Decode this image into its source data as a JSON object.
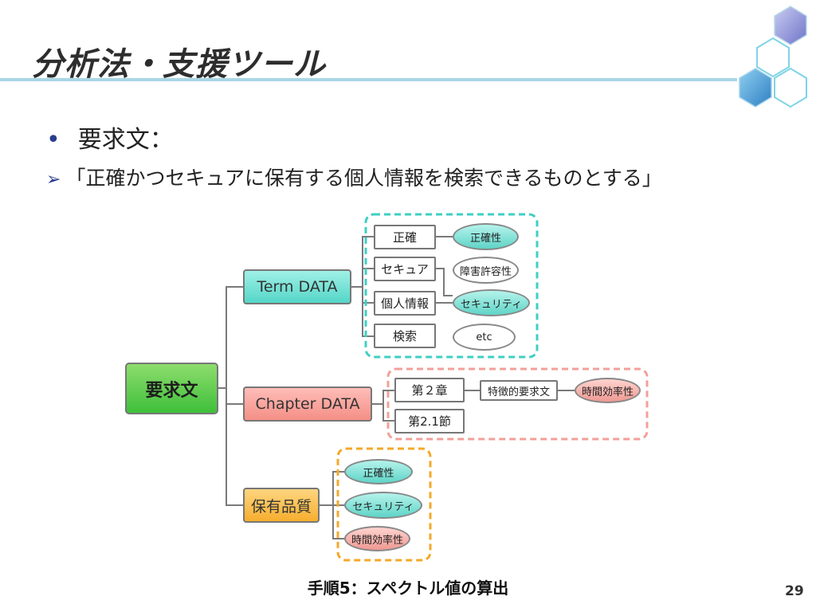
{
  "slide": {
    "title": "分析法・支援ツール",
    "bullet": "要求文：",
    "quote": "「正確かつセキュアに保有する個人情報を検索できるものとする」",
    "footer": "手順5：スペクトル値の算出",
    "page_number": "29"
  },
  "diagram": {
    "root": "要求文",
    "term_data": {
      "label": "Term DATA",
      "terms": [
        "正確",
        "セキュア",
        "個人情報",
        "検索"
      ],
      "qualities": [
        "正確性",
        "障害許容性",
        "セキュリティ",
        "etc"
      ]
    },
    "chapter_data": {
      "label": "Chapter DATA",
      "chapters": [
        "第２章",
        "第2.1節"
      ],
      "feature": "特徴的要求文",
      "quality": "時間効率性"
    },
    "hoyu_hinshitsu": {
      "label": "保有品質",
      "qualities": [
        "正確性",
        "セキュリティ",
        "時間効率性"
      ]
    }
  },
  "colors": {
    "teal": "#5fd4c7",
    "pink": "#ef9992",
    "orange": "#f6ae2e",
    "green": "#3fbf3b",
    "accent_blue": "#2a3d8f"
  }
}
